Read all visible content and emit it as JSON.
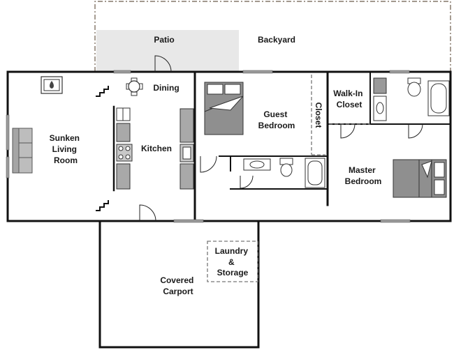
{
  "rooms": {
    "patio": "Patio",
    "backyard": "Backyard",
    "dining": "Dining",
    "sunken_living_room": [
      "Sunken",
      "Living",
      "Room"
    ],
    "kitchen": "Kitchen",
    "guest_bedroom": [
      "Guest",
      "Bedroom"
    ],
    "closet": "Closet",
    "walk_in_closet": [
      "Walk-In",
      "Closet"
    ],
    "master_bedroom": [
      "Master",
      "Bedroom"
    ],
    "laundry_storage": [
      "Laundry",
      "&",
      "Storage"
    ],
    "covered_carport": [
      "Covered",
      "Carport"
    ]
  },
  "icons": [
    "fireplace-icon",
    "stairs-icon",
    "dining-table-icon",
    "sofa-icon",
    "bed-icon",
    "sink-icon",
    "toilet-icon",
    "bathtub-icon",
    "stove-icon",
    "refrigerator-icon"
  ]
}
